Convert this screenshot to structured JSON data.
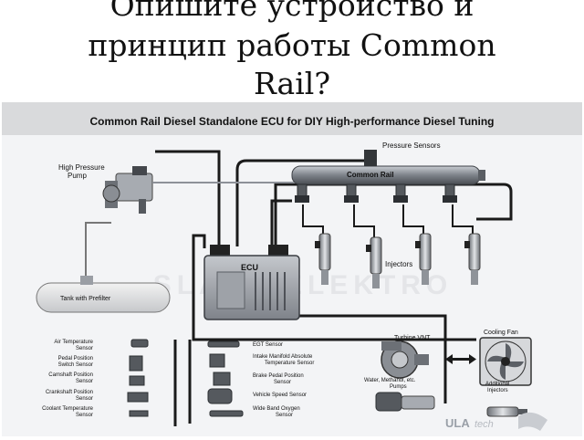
{
  "slide": {
    "title_lines": [
      "Опишите устройство и",
      "принцип работы Common",
      "Rail?"
    ]
  },
  "diagram": {
    "heading": "Common Rail Diesel Standalone ECU for DIY High-performance Diesel Tuning",
    "labels": {
      "pressure_sensors": "Pressure Sensors",
      "common_rail": "Common Rail",
      "high_pressure_pump": [
        "High Pressure",
        "Pump"
      ],
      "injectors": "Injectors",
      "ecu": "ECU",
      "tank": "Tank with Prefilter",
      "turbine": "Turbine VNT",
      "cooling_fan": "Cooling Fan",
      "water_pumps": [
        "Water, Methanol, etc.",
        "Pumps"
      ],
      "additional_injectors": [
        "Additional",
        "Injectors"
      ]
    },
    "left_sensors": [
      [
        "Air Temperature",
        "Sensor"
      ],
      [
        "Pedal Position",
        "Switch Sensor"
      ],
      [
        "Camshaft Position",
        "Sensor"
      ],
      [
        "Crankshaft Position",
        "Sensor"
      ],
      [
        "Coolant Temperature",
        "Sensor"
      ]
    ],
    "mid_sensors": [
      [
        "EGT Sensor"
      ],
      [
        "Intake Manifold Absolute",
        "Temperature Sensor"
      ],
      [
        "Brake Pedal Position",
        "Sensor"
      ],
      [
        "Vehicle Speed Sensor"
      ],
      [
        "Wide Band Oxygen",
        "Sensor"
      ]
    ],
    "watermark": "SLAVA-ELEKTRO",
    "logo_text": "ULA",
    "logo_suffix": "tech"
  },
  "colors": {
    "background": "#ffffff",
    "diagram_bg": "#f3f4f6",
    "heading_bar": "#d9dadc",
    "wire": "#1a1a1a",
    "rail": "#8d9198",
    "ecu_body": "#a8acb3"
  }
}
